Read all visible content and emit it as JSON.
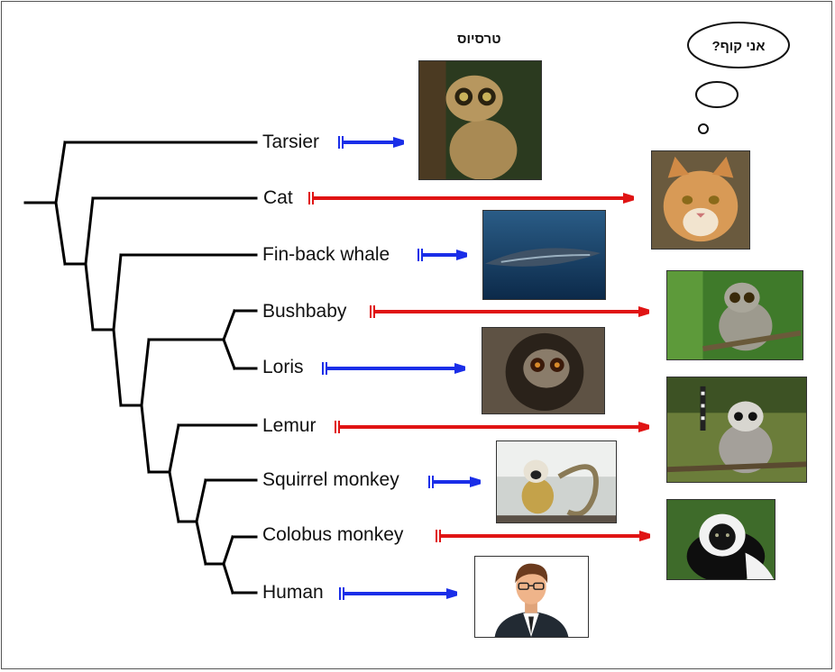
{
  "hebrew_title": "טרסיוס",
  "thought_bubble_text": "אני קוף?",
  "taxa": [
    {
      "name": "Tarsier",
      "arrow": "blue",
      "image": "tarsier-photo"
    },
    {
      "name": "Cat",
      "arrow": "red",
      "image": "cat-photo"
    },
    {
      "name": "Fin-back whale",
      "arrow": "blue",
      "image": "whale-photo"
    },
    {
      "name": "Bushbaby",
      "arrow": "red",
      "image": "bushbaby-photo"
    },
    {
      "name": "Loris",
      "arrow": "blue",
      "image": "loris-photo"
    },
    {
      "name": "Lemur",
      "arrow": "red",
      "image": "lemur-photo"
    },
    {
      "name": "Squirrel monkey",
      "arrow": "blue",
      "image": "squirrel-monkey-photo"
    },
    {
      "name": "Colobus monkey",
      "arrow": "red",
      "image": "colobus-photo"
    },
    {
      "name": "Human",
      "arrow": "blue",
      "image": "human-avatar"
    }
  ],
  "colors": {
    "blue_arrow": "#1a2ee8",
    "red_arrow": "#e01414",
    "tree": "#000000"
  }
}
